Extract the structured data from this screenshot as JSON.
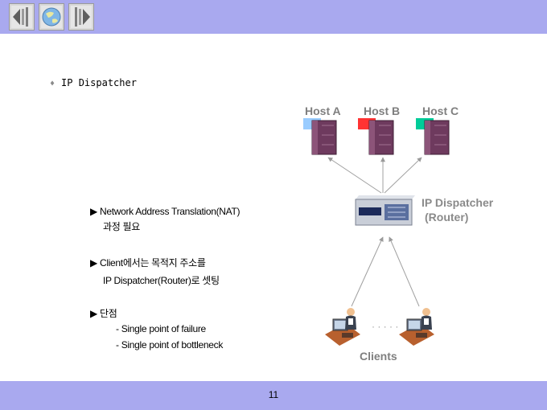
{
  "nav": {
    "buttons": [
      {
        "name": "prev-slide-button",
        "icon": "arrow-left-icon"
      },
      {
        "name": "home-button",
        "icon": "globe-icon"
      },
      {
        "name": "next-slide-button",
        "icon": "arrow-right-icon"
      }
    ]
  },
  "content": {
    "title": "IP Dispatcher",
    "notes": [
      "▶ Network Address Translation(NAT)",
      "과정 필요",
      "▶ Client에서는 목적지 주소를",
      "IP Dispatcher(Router)로 셋팅",
      "▶ 단점",
      "- Single point of failure",
      "- Single point of bottleneck"
    ]
  },
  "diagram": {
    "hosts": [
      {
        "label": "Host A",
        "color": "#99ccff"
      },
      {
        "label": "Host B",
        "color": "#ff3333"
      },
      {
        "label": "Host C",
        "color": "#00cc99"
      }
    ],
    "dispatcher_line1": "IP Dispatcher",
    "dispatcher_line2": "(Router)",
    "clients_label": "Clients",
    "dots": "· · · · ·"
  },
  "footer": {
    "page_number": "11"
  },
  "colors": {
    "bar": "#a9a9ef",
    "server_body": "#6e3a5e",
    "label_gray": "#7f7f7f"
  }
}
